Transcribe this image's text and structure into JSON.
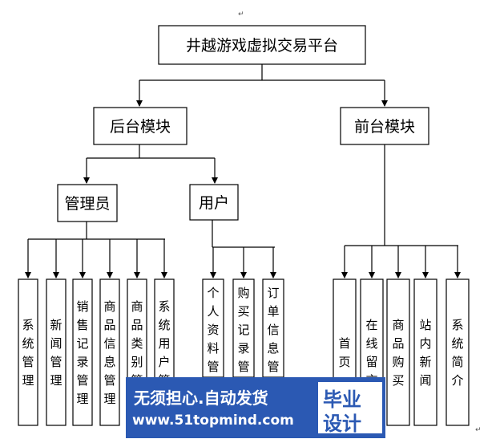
{
  "root": {
    "label": "井越游戏虚拟交易平台"
  },
  "backend": {
    "label": "后台模块"
  },
  "frontend": {
    "label": "前台模块"
  },
  "admin": {
    "label": "管理员"
  },
  "user": {
    "label": "用户"
  },
  "admin_items": [
    "系统管理",
    "新闻管理",
    "销售记录管理",
    "商品信息管理",
    "商品类别管理",
    "系统用户管理"
  ],
  "user_items": [
    "个人资料管理",
    "购买记录管理",
    "订单信息管理"
  ],
  "front_items": [
    "首页",
    "在线留言",
    "商品购买",
    "站内新闻",
    "系统简介"
  ],
  "watermark": {
    "line1": "无须担心.自动发货",
    "line2": "www.51topmind.com",
    "logo_line1": "毕业",
    "logo_line2": "设计"
  },
  "para_mark": "↵"
}
